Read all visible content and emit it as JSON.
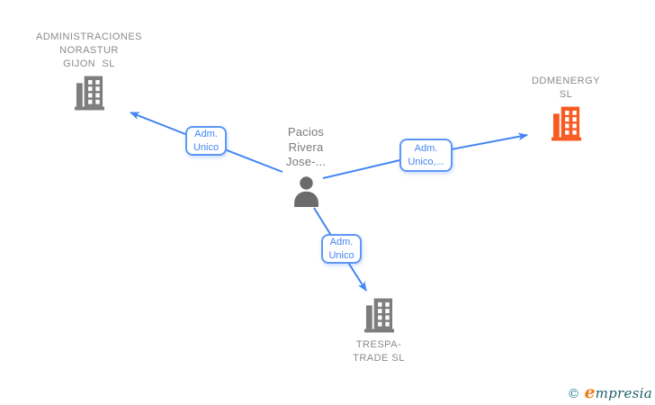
{
  "diagram": {
    "person": {
      "id": "pacios-rivera-jose",
      "name": "Pacios\nRivera\nJose-...",
      "icon": "person-icon"
    },
    "companies": [
      {
        "id": "administraciones-norastur-gijon-sl",
        "name": "ADMINISTRACIONES\nNORASTUR\nGIJON  SL",
        "icon": "building-icon",
        "highlighted": false
      },
      {
        "id": "ddmenergy-sl",
        "name": "DDMENERGY\nSL",
        "icon": "building-icon",
        "highlighted": true
      },
      {
        "id": "trespa-trade-sl",
        "name": "TRESPA-\nTRADE SL",
        "icon": "building-icon",
        "highlighted": false
      }
    ],
    "edges": [
      {
        "label": "Adm.\nUnico",
        "source": "pacios-rivera-jose",
        "target": "administraciones-norastur-gijon-sl"
      },
      {
        "label": "Adm.\nUnico,...",
        "source": "pacios-rivera-jose",
        "target": "ddmenergy-sl"
      },
      {
        "label": "Adm.\nUnico",
        "source": "pacios-rivera-jose",
        "target": "trespa-trade-sl"
      }
    ]
  },
  "watermark": {
    "copyright": "©",
    "brand_initial": "e",
    "brand_rest": "mpresia"
  },
  "colors": {
    "accent-blue": "#4285f4",
    "edge-border": "#5e97f6",
    "node-gray": "#7d7d7d",
    "person-gray": "#6b6b6b",
    "company-orange": "#f75b22",
    "label-text": "#8a8a8a",
    "person-text": "#7a7a7a",
    "watermark-teal": "#2d7f99",
    "watermark-teal-dark": "#1d5f66",
    "watermark-orange": "#ef7d1a"
  }
}
